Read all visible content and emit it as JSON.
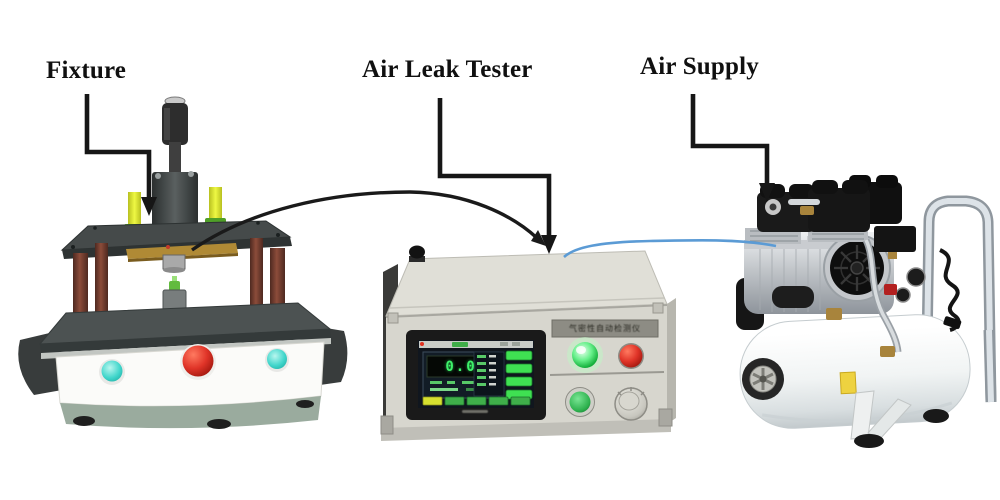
{
  "scene": {
    "background": "#ffffff",
    "description": "Air leak test system diagram: fixture, air leak tester and air supply connected by tubing"
  },
  "labels": {
    "fixture": "Fixture",
    "tester": "Air Leak Tester",
    "supply": "Air Supply"
  },
  "tester": {
    "nameplate_text": "气密性自动检测仪",
    "screen_value": "0.0"
  },
  "connections": {
    "fixture_to_tester": "black air tube with arrowhead",
    "tester_to_supply": "blue air hose"
  },
  "colors": {
    "label_text": "#101010",
    "arrow": "#161616",
    "air_tube_black": "#1a1a1a",
    "air_tube_blue": "#5b9bd5",
    "indicator_green": "#35e063",
    "button_red": "#d92b1f",
    "button_green": "#2bb14a",
    "button_cyan": "#3fd9ce",
    "screen_digit_green": "#3ef06a",
    "fixture_column_brown": "#8c4c3a",
    "tester_case": "#d7d6ce",
    "tank_white": "#f4f6f6"
  }
}
